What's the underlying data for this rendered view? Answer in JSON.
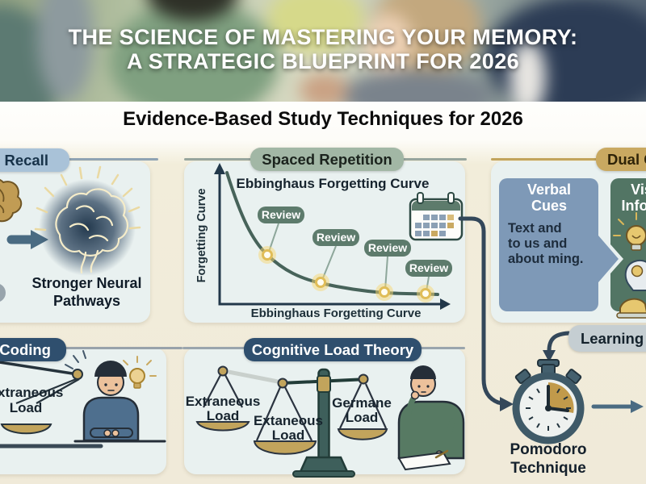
{
  "header": {
    "title_line1": "THE SCIENCE OF MASTERING YOUR MEMORY:",
    "title_line2": "A STRATEGIC BLUEPRINT FOR 2026"
  },
  "subtitle": "Evidence-Based Study Techniques for 2026",
  "sections": {
    "recall": {
      "pill": "e Recall",
      "caption1": "Stronger Neural",
      "caption2": "Pathways"
    },
    "spaced": {
      "pill": "Spaced Repetition",
      "chart_title": "Ebbinghaus Forgetting Curve",
      "ylabel": "Forgetting Curve",
      "xlabel": "Ebbinghaus Forgetting Curve",
      "reviews": [
        "Review",
        "Review",
        "Review",
        "Review"
      ]
    },
    "dual": {
      "pill": "Dual C",
      "verbal_title1": "Verbal",
      "verbal_title2": "Cues",
      "verbal_body1": "Text and",
      "verbal_body2": "to us and",
      "verbal_body3": "about ming.",
      "visual_title1": "Visu",
      "visual_title2": "Infogra"
    },
    "coding": {
      "pill": "l Coding",
      "label1": "Extraneous",
      "label2": "Load"
    },
    "cognitive": {
      "pill": "Cognitive Load Theory",
      "left1": "Extraneous",
      "left2": "Load",
      "mid1": "Extaneous",
      "mid2": "Load",
      "right1": "Germane",
      "right2": "Load"
    },
    "pomodoro": {
      "pill": "Learning B",
      "caption1": "Pomodoro",
      "caption2": "Technique"
    }
  },
  "icons": {
    "calendar": "calendar-icon",
    "glowing_brain": "glowing-brain-icon",
    "gold_brain": "gold-brain-icon",
    "lightbulb": "lightbulb-icon",
    "head_profile": "head-profile-icon",
    "balance_scale": "balance-scale-icon",
    "stopwatch": "stopwatch-icon",
    "arrow": "arrow-right-icon"
  },
  "colors": {
    "steel_blue_pill": "#a9c2d8",
    "sage_pill": "#a2b7a5",
    "gold_pill": "#c9a961",
    "navy_pill": "#2f4f6e",
    "gray_pill": "#c5ced2",
    "panel_bg": "#e9f1f0",
    "review_badge": "#5d7b6c",
    "curve": "#47635a",
    "connector": "#33475a",
    "highlight_gold": "#e0bd58"
  },
  "chart_data": {
    "type": "line",
    "title": "Ebbinghaus Forgetting Curve",
    "xlabel": "Ebbinghaus Forgetting Curve",
    "ylabel": "Forgetting Curve",
    "x_normalized": [
      0,
      0.19,
      0.43,
      0.72,
      0.91,
      1.0
    ],
    "y_normalized": [
      1.0,
      0.37,
      0.16,
      0.08,
      0.07,
      0.065
    ],
    "annotations": [
      "Review",
      "Review",
      "Review",
      "Review"
    ],
    "annotation_x": [
      0.19,
      0.43,
      0.72,
      0.91
    ],
    "grid": false,
    "legend": "none",
    "description": "Stylized memory-retention decay curve with four spaced review points marked by glowing dots"
  }
}
